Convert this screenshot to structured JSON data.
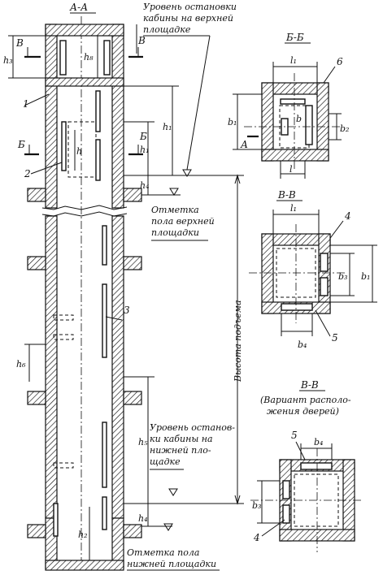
{
  "sections": {
    "main": "А-А",
    "plan_b": "Б-Б",
    "plan_v": "В-В",
    "plan_v_alt": "В-В",
    "plan_v_alt_caption_1": "(Вариант располо-",
    "plan_v_alt_caption_2": "жения дверей)"
  },
  "cut_markers": {
    "v": "В",
    "b": "Б",
    "a": "А"
  },
  "notes": {
    "top_stop_1": "Уровень остановки",
    "top_stop_2": "кабины на верхней",
    "top_stop_3": "площадке",
    "top_floor_1": "Отметка",
    "top_floor_2": "пола верхней",
    "top_floor_3": "площадки",
    "lift_height": "Высота подъема",
    "bottom_stop_1": "Уровень останов-",
    "bottom_stop_2": "ки кабины на",
    "bottom_stop_3": "нижней пло-",
    "bottom_stop_4": "щадке",
    "bottom_floor_1": "Отметка пола",
    "bottom_floor_2": "нижней площадки"
  },
  "dims": {
    "h3": "h₃",
    "h8": "h₈",
    "h1_outer": "h₁",
    "h1_inner": "h₁",
    "h": "h",
    "h4_top": "h₄",
    "h6": "h₆",
    "h5": "h₅",
    "h4_bottom": "h₄",
    "h2": "h₂",
    "l1_b": "l₁",
    "b1_b": "b₁",
    "b_b": "b",
    "b2_b": "b₂",
    "l_b": "l",
    "l1_v": "l₁",
    "b1_v": "b₁",
    "b3_v": "b₃",
    "b4_v": "b₄",
    "b4_alt": "b₄",
    "b3_alt": "b₃"
  },
  "callouts": {
    "c1": "1",
    "c2": "2",
    "c3": "3",
    "c4_v": "4",
    "c5_v": "5",
    "c6": "6",
    "c5_alt": "5",
    "c4_alt": "4"
  }
}
